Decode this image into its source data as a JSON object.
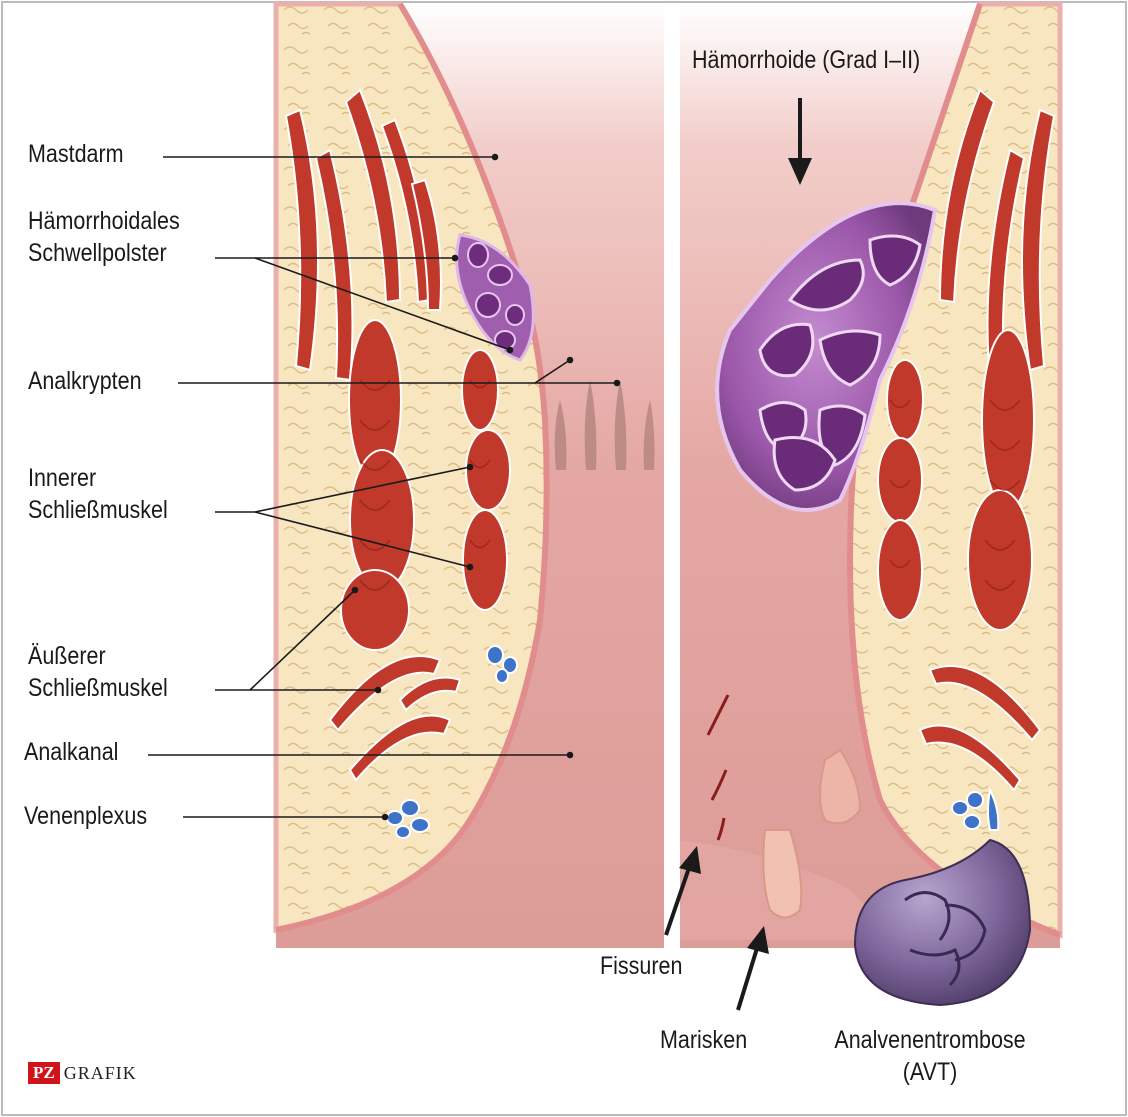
{
  "labels": {
    "mastdarm": "Mastdarm",
    "polster_line1": "Hämorrhoidales",
    "polster_line2": "Schwellpolster",
    "analkrypten": "Analkrypten",
    "innerer_line1": "Innerer",
    "innerer_line2": "Schließmuskel",
    "aeusserer_line1": "Äußerer",
    "aeusserer_line2": "Schließmuskel",
    "analkanal": "Analkanal",
    "venenplexus": "Venenplexus",
    "haemorrhoide": "Hämorrhoide (Grad I–II)",
    "fissuren": "Fissuren",
    "marisken": "Marisken",
    "avt_line1": "Analvenentrombose",
    "avt_line2": "(AVT)"
  },
  "logo": {
    "pz": "PZ",
    "grafik": "GRAFIK"
  },
  "colors": {
    "fat": "#f7e6c0",
    "muscle": "#c0392b",
    "mucosa": "#e7a3a1",
    "lumen": "#e9b9b6",
    "hemorrhoid": "#8e4f9e",
    "vein": "#4a7fd1",
    "thrombosis": "#7d6497",
    "logo_red": "#d0141b"
  }
}
